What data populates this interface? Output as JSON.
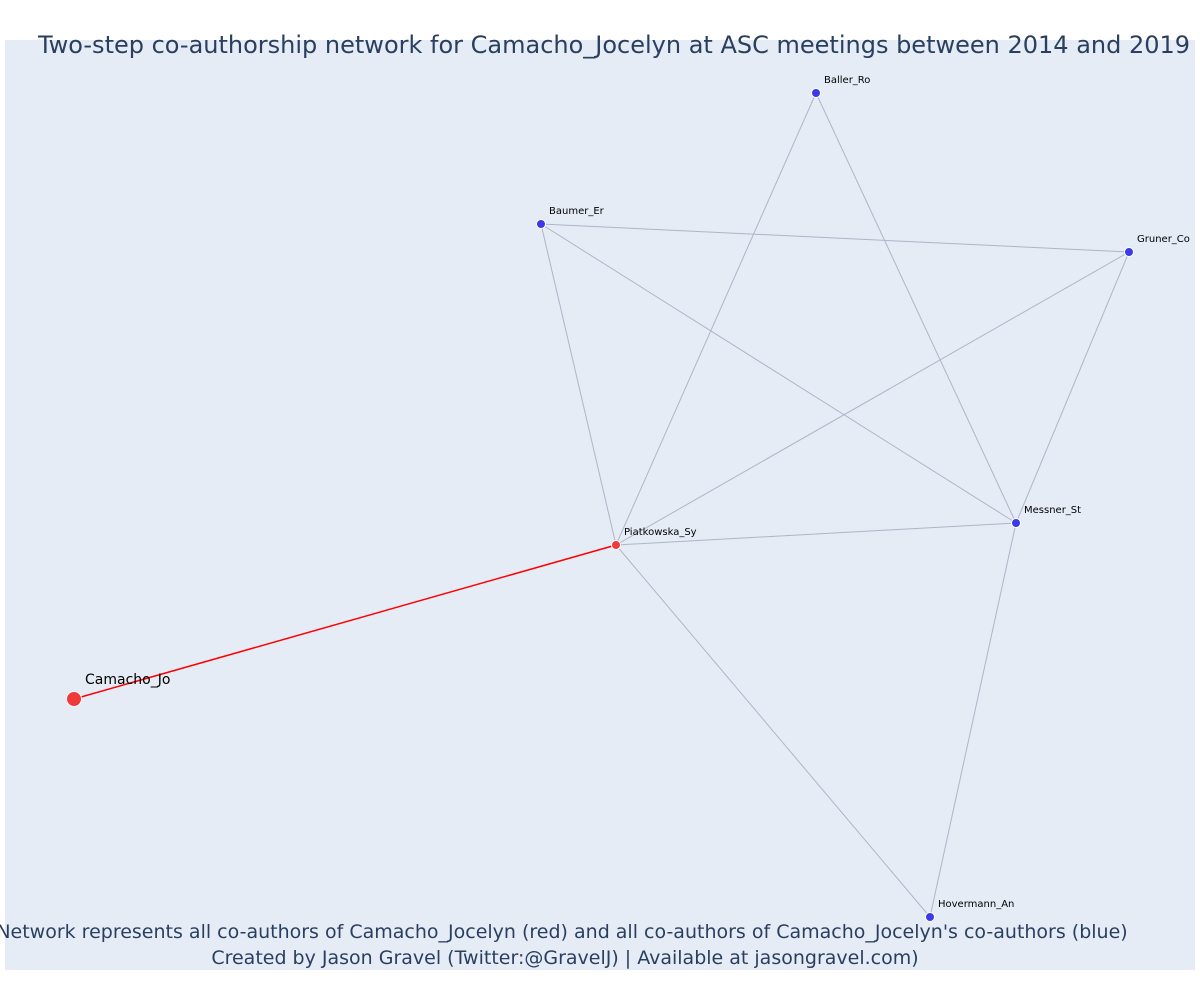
{
  "title": "Two-step co-authorship network for Camacho_Jocelyn at ASC meetings between 2014 and 2019",
  "caption": {
    "line1": "Network represents all co-authors of Camacho_Jocelyn (red) and all co-authors of Camacho_Jocelyn's co-authors (blue)",
    "line2": "Created by Jason Gravel (Twitter:@GravelJ) | Available at jasongravel.com)"
  },
  "colors": {
    "background": "#e5ecf6",
    "red_node": "#f03a3a",
    "blue_node": "#3a3ae8",
    "red_edge": "#ff0000",
    "grey_edge": "#b0b4c8",
    "text": "#2a3f5f"
  },
  "nodes": [
    {
      "id": "camacho",
      "label": "Camacho_Jo",
      "group": "focal"
    },
    {
      "id": "piatkowska",
      "label": "Piatkowska_Sy",
      "group": "coauthor"
    },
    {
      "id": "baller",
      "label": "Baller_Ro",
      "group": "second"
    },
    {
      "id": "baumer",
      "label": "Baumer_Er",
      "group": "second"
    },
    {
      "id": "gruner",
      "label": "Gruner_Co",
      "group": "second"
    },
    {
      "id": "messner",
      "label": "Messner_St",
      "group": "second"
    },
    {
      "id": "hovermann",
      "label": "Hovermann_An",
      "group": "second"
    }
  ],
  "edges": [
    {
      "source": "camacho",
      "target": "piatkowska",
      "kind": "direct"
    },
    {
      "source": "piatkowska",
      "target": "baller",
      "kind": "indirect"
    },
    {
      "source": "piatkowska",
      "target": "baumer",
      "kind": "indirect"
    },
    {
      "source": "piatkowska",
      "target": "gruner",
      "kind": "indirect"
    },
    {
      "source": "piatkowska",
      "target": "messner",
      "kind": "indirect"
    },
    {
      "source": "piatkowska",
      "target": "hovermann",
      "kind": "indirect"
    },
    {
      "source": "baumer",
      "target": "gruner",
      "kind": "indirect"
    },
    {
      "source": "baumer",
      "target": "messner",
      "kind": "indirect"
    },
    {
      "source": "baller",
      "target": "messner",
      "kind": "indirect"
    },
    {
      "source": "gruner",
      "target": "messner",
      "kind": "indirect"
    },
    {
      "source": "messner",
      "target": "hovermann",
      "kind": "indirect"
    }
  ]
}
